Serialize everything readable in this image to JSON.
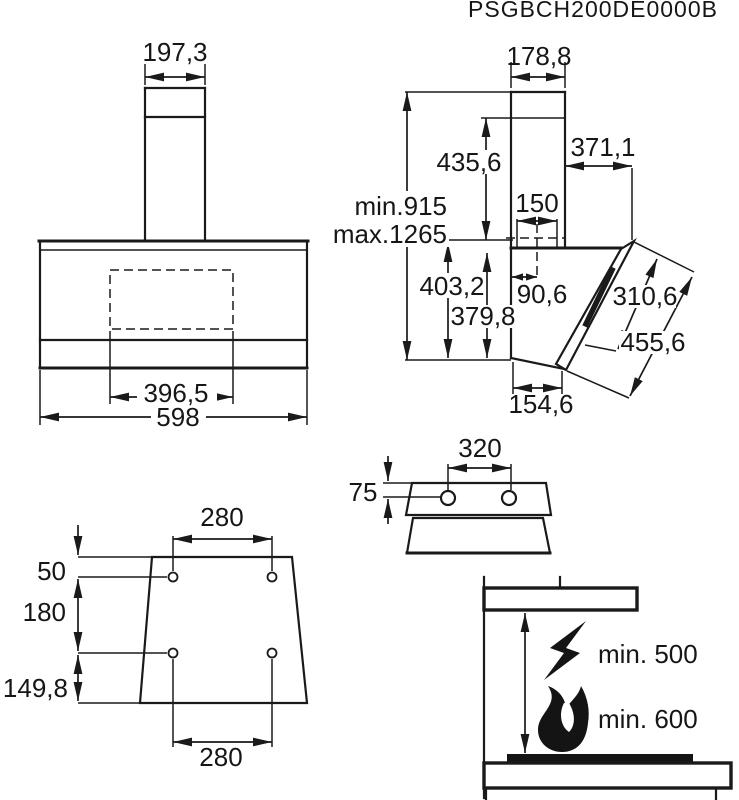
{
  "title": "PSGBCH200DE0000B",
  "colors": {
    "line": "#1a1a1a",
    "background": "#ffffff"
  },
  "front_view": {
    "chimney_width": "197,3",
    "rear_cutout_width": "396,5",
    "total_width": "598"
  },
  "side_view": {
    "chimney_depth": "178,8",
    "height_min": "min.915",
    "height_max": "max.1265",
    "chimney_lower_length": "435,6",
    "glass_top_projection": "371,1",
    "duct_width": "150",
    "front_height_to_duct_line": "403,2",
    "front_height_to_body_top": "379,8",
    "duct_center_offset": "90,6",
    "glass_visible_length": "310,6",
    "glass_total_length": "455,6",
    "bottom_depth": "154,6"
  },
  "top_view": {
    "mounting_hole_pitch": "320",
    "mounting_hole_setback": "75"
  },
  "rear_view": {
    "upper_hole_pitch": "280",
    "top_to_upper_holes": "50",
    "upper_to_lower_holes": "180",
    "lower_holes_to_bottom": "149,8",
    "lower_hole_pitch": "280"
  },
  "clearance_view": {
    "electric_hob_min": "min. 500",
    "gas_hob_min": "min. 600"
  }
}
